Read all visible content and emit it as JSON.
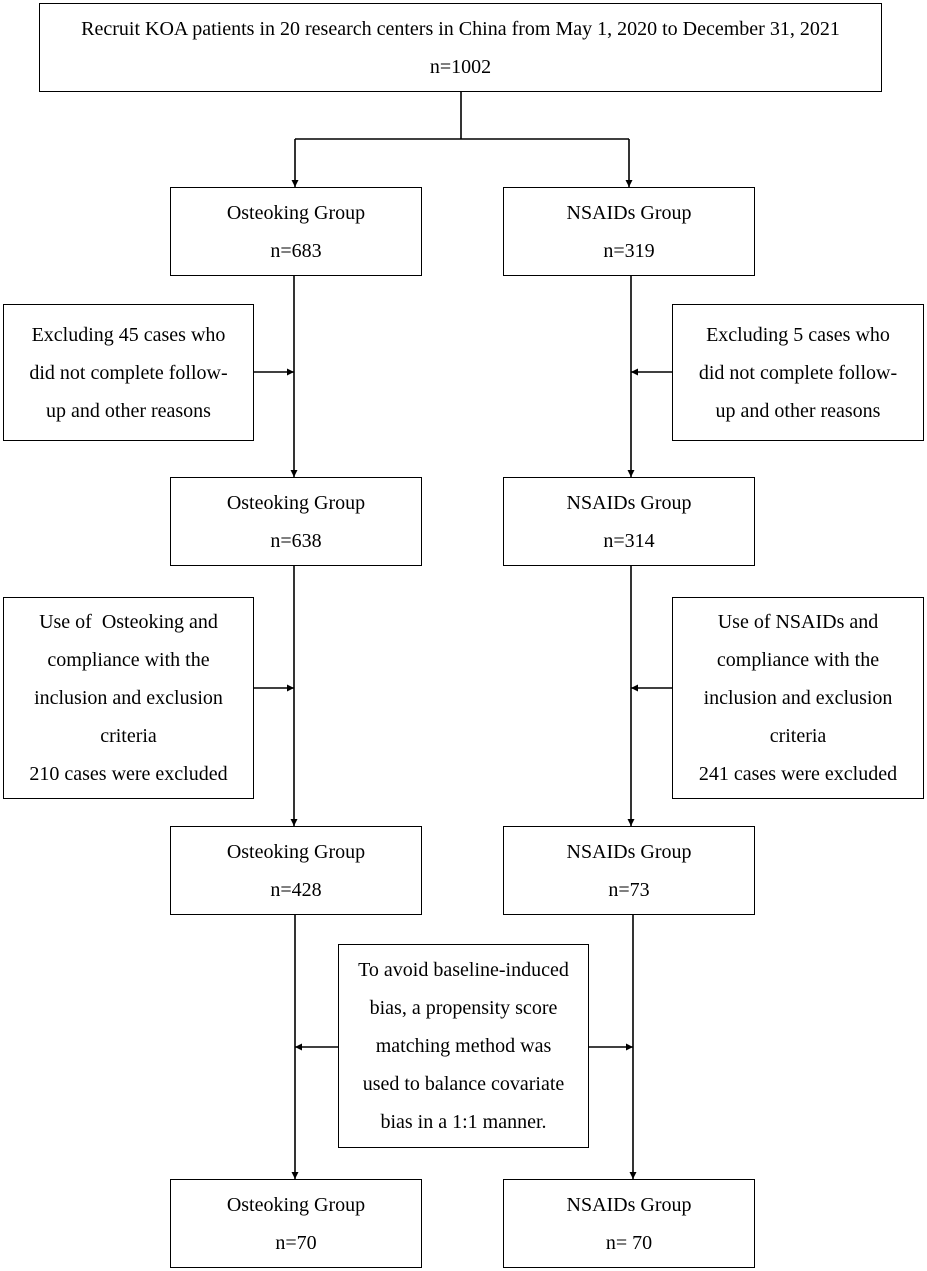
{
  "recruit": {
    "line1": "Recruit KOA patients in 20 research centers in China from May 1, 2020 to December 31, 2021",
    "n": "n=1002"
  },
  "osteoking": [
    {
      "title": "Osteoking Group",
      "n": "n=683"
    },
    {
      "title": "Osteoking Group",
      "n": "n=638"
    },
    {
      "title": "Osteoking Group",
      "n": "n=428"
    },
    {
      "title": "Osteoking Group",
      "n": "n=70"
    }
  ],
  "nsaids": [
    {
      "title": "NSAIDs Group",
      "n": "n=319"
    },
    {
      "title": "NSAIDs Group",
      "n": "n=314"
    },
    {
      "title": "NSAIDs Group",
      "n": "n=73"
    },
    {
      "title": "NSAIDs Group",
      "n": "n= 70"
    }
  ],
  "exclusion_osteoking_1": [
    "Excluding 45 cases who",
    "did not complete follow-",
    "up and other reasons"
  ],
  "exclusion_nsaids_1": [
    "Excluding 5 cases who",
    "did not complete follow-",
    "up and other reasons"
  ],
  "exclusion_osteoking_2": [
    "Use of  Osteoking and",
    "compliance with the",
    "inclusion and exclusion",
    "criteria",
    "210 cases were excluded"
  ],
  "exclusion_nsaids_2": [
    "Use of NSAIDs and",
    "compliance with the",
    "inclusion and exclusion",
    "criteria",
    "241 cases were excluded"
  ],
  "psm": [
    "To avoid baseline-induced",
    "bias, a propensity score",
    "matching method was",
    "used to balance covariate",
    "bias in a 1:1 manner."
  ]
}
